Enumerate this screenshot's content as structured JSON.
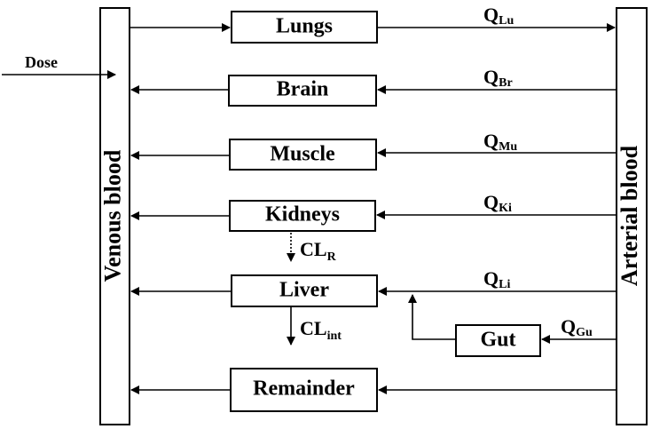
{
  "venous_blood": "Venous blood",
  "arterial_blood": "Arterial blood",
  "dose": "Dose",
  "organs": {
    "lungs": "Lungs",
    "brain": "Brain",
    "muscle": "Muscle",
    "kidneys": "Kidneys",
    "liver": "Liver",
    "gut": "Gut",
    "remainder": "Remainder"
  },
  "flows": {
    "lungs": {
      "main": "Q",
      "sub": "Lu"
    },
    "brain": {
      "main": "Q",
      "sub": "Br"
    },
    "muscle": {
      "main": "Q",
      "sub": "Mu"
    },
    "kidneys": {
      "main": "Q",
      "sub": "Ki"
    },
    "liver": {
      "main": "Q",
      "sub": "Li"
    },
    "gut": {
      "main": "Q",
      "sub": "Gu"
    }
  },
  "clearances": {
    "renal": {
      "main": "CL",
      "sub": "R"
    },
    "intrinsic": {
      "main": "CL",
      "sub": "int"
    }
  }
}
